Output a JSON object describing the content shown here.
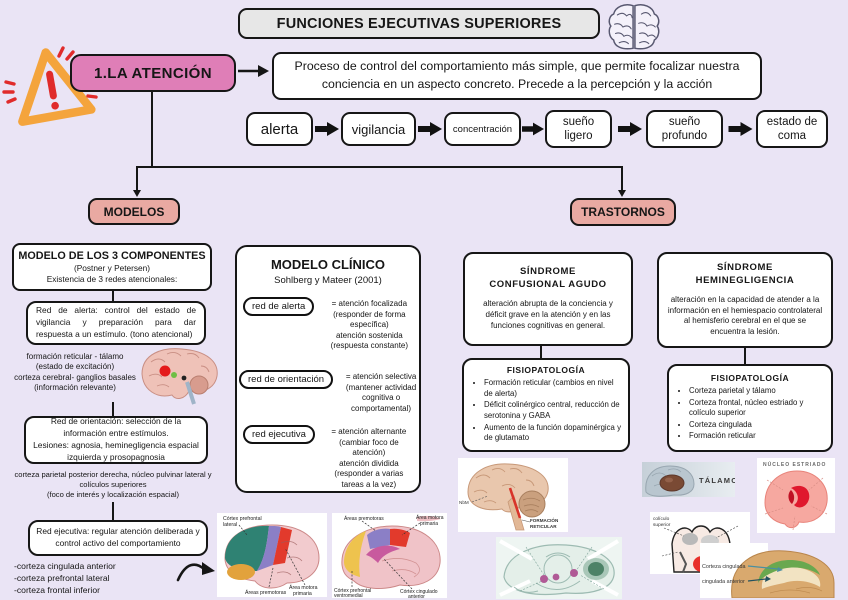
{
  "title": "FUNCIONES EJECUTIVAS SUPERIORES",
  "atencion": {
    "label": "1.LA ATENCIÓN",
    "description": "Proceso de control del comportamiento más simple, que permite focalizar nuestra conciencia en un aspecto concreto. Precede a la percepción y la acción"
  },
  "flow": {
    "items": [
      "alerta",
      "vigilancia",
      "concentración",
      "sueño\nligero",
      "sueño\nprofundo",
      "estado de\ncoma"
    ]
  },
  "branches": {
    "modelos": "MODELOS",
    "trastornos": "TRASTORNOS"
  },
  "modelo3": {
    "title": "MODELO DE LOS 3 COMPONENTES",
    "subtitle": "(Postner y Petersen)",
    "note": "Existencia de 3 redes atencionales:",
    "red_alerta": "Red de alerta: control del estado de vigilancia y preparación para dar respuesta a un estímulo. (tono atencional)",
    "alerta_detail": "formación reticular - tálamo\n(estado de excitación)\ncorteza cerebral- ganglios basales\n(información relevante)",
    "red_orientacion": "Red de orientación: selección de la información entre estímulos.\nLesiones: agnosia, heminegligencia espacial izquierda y prosopagnosia",
    "orientacion_detail": "corteza parietal posterior derecha, núcleo pulvinar lateral y colículos superiores\n(foco de interés y localización espacial)",
    "red_ejecutiva": "Red ejecutiva: regular atención deliberada y control activo del comportamiento",
    "ejecutiva_detail": "-corteza cingulada anterior\n-corteza prefrontal lateral\n-corteza frontal inferior"
  },
  "clinico": {
    "title": "MODELO CLÍNICO",
    "subtitle": "Sohlberg y Mateer (2001)",
    "rows": [
      {
        "pill": "red de alerta",
        "text": "= atención focalizada\n(responder de forma\nespecífica)\natención sostenida\n(respuesta constante)"
      },
      {
        "pill": "red de orientación",
        "text": "= atención selectiva\n(mantener actividad\ncognitiva o\ncomportamental)"
      },
      {
        "pill": "red ejecutiva",
        "text": "= atención alternante\n(cambiar foco de\natención)\natención dividida\n(responder a varias\ntareas a la vez)"
      }
    ]
  },
  "confusional": {
    "title": "SÍNDROME\nCONFUSIONAL AGUDO",
    "body": "alteración abrupta de la conciencia y déficit grave en la atención y en las funciones cognitivas en general."
  },
  "heminegligencia": {
    "title": "SÍNDROME\nHEMINEGLIGENCIA",
    "body": "alteración en la capacidad de atender a la información en el hemiespacio controlateral al hemisferio cerebral en el que se encuentra la lesión."
  },
  "fisio1": {
    "title": "FISIOPATOLOGÍA",
    "items": [
      "Formación reticular (cambios en nivel de alerta)",
      "Déficit colinérgico central, reducción de serotonina y GABA",
      "Aumento de la función dopaminérgica y de glutamato"
    ]
  },
  "fisio2": {
    "title": "FISIOPATOLOGÍA",
    "items": [
      "Corteza parietal y tálamo",
      "Corteza frontal, núcleo estriado y colículo superior",
      "Corteza cingulada",
      "Formación reticular"
    ]
  },
  "images": {
    "lateral": {
      "l1a": "Córtex prefrontal",
      "l1b": "lateral",
      "l2": "Áreas premotoras",
      "l3a": "Área motora",
      "l3b": "primaria"
    },
    "medial": {
      "l1": "Áreas premotoras",
      "l2a": "Área motora",
      "l2b": "primaria",
      "l3a": "Córtex prefrontal",
      "l3b": "ventromedial",
      "l4a": "Córtex cingulado",
      "l4b": "anterior"
    },
    "reticular": {
      "nbm": "NbM",
      "l1": "FORMACIÓN",
      "l2": "RETICULAR"
    },
    "talamo": {
      "label": "TÁLAMO"
    },
    "estriado": {
      "label": "NÚCLEO ESTRIADO"
    },
    "coliculo": {
      "l1": "colículo",
      "l2": "superior"
    },
    "cingulada": {
      "l1": "Corteza cingulada",
      "l2": "cingulada anterior"
    }
  },
  "colors": {
    "background": "#EAE4F5",
    "accent_pink": "#DF7EB7",
    "accent_salmon": "#E9A9A2",
    "outline": "#161616",
    "warning_orange": "#F4A43C",
    "warning_red": "#E02B2B"
  }
}
